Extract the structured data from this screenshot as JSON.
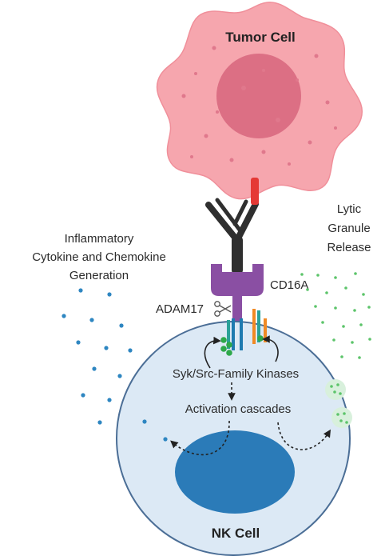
{
  "labels": {
    "tumor_cell": "Tumor Cell",
    "nk_cell": "NK Cell",
    "cd16a": "CD16A",
    "adam17": "ADAM17",
    "inflammatory": [
      "Inflammatory",
      "Cytokine and Chemokine",
      "Generation"
    ],
    "lytic": [
      "Lytic",
      "Granule",
      "Release"
    ],
    "kinases": "Syk/Src-Family Kinases",
    "activation": "Activation cascades"
  },
  "colors": {
    "tumor_fill": "#f6a6ae",
    "tumor_nucleus": "#dc6f84",
    "nk_fill": "#dce9f5",
    "nk_border": "#4b6e96",
    "nucleus": "#2b7bb8",
    "antibody": "#2f2f2f",
    "antibody_tip": "#e53935",
    "cd16a": "#8a4fa3",
    "cytokine_dots": "#2e86c1",
    "granule_dots": "#5cc46a"
  },
  "icons": {
    "scissors": "scissors-icon"
  }
}
